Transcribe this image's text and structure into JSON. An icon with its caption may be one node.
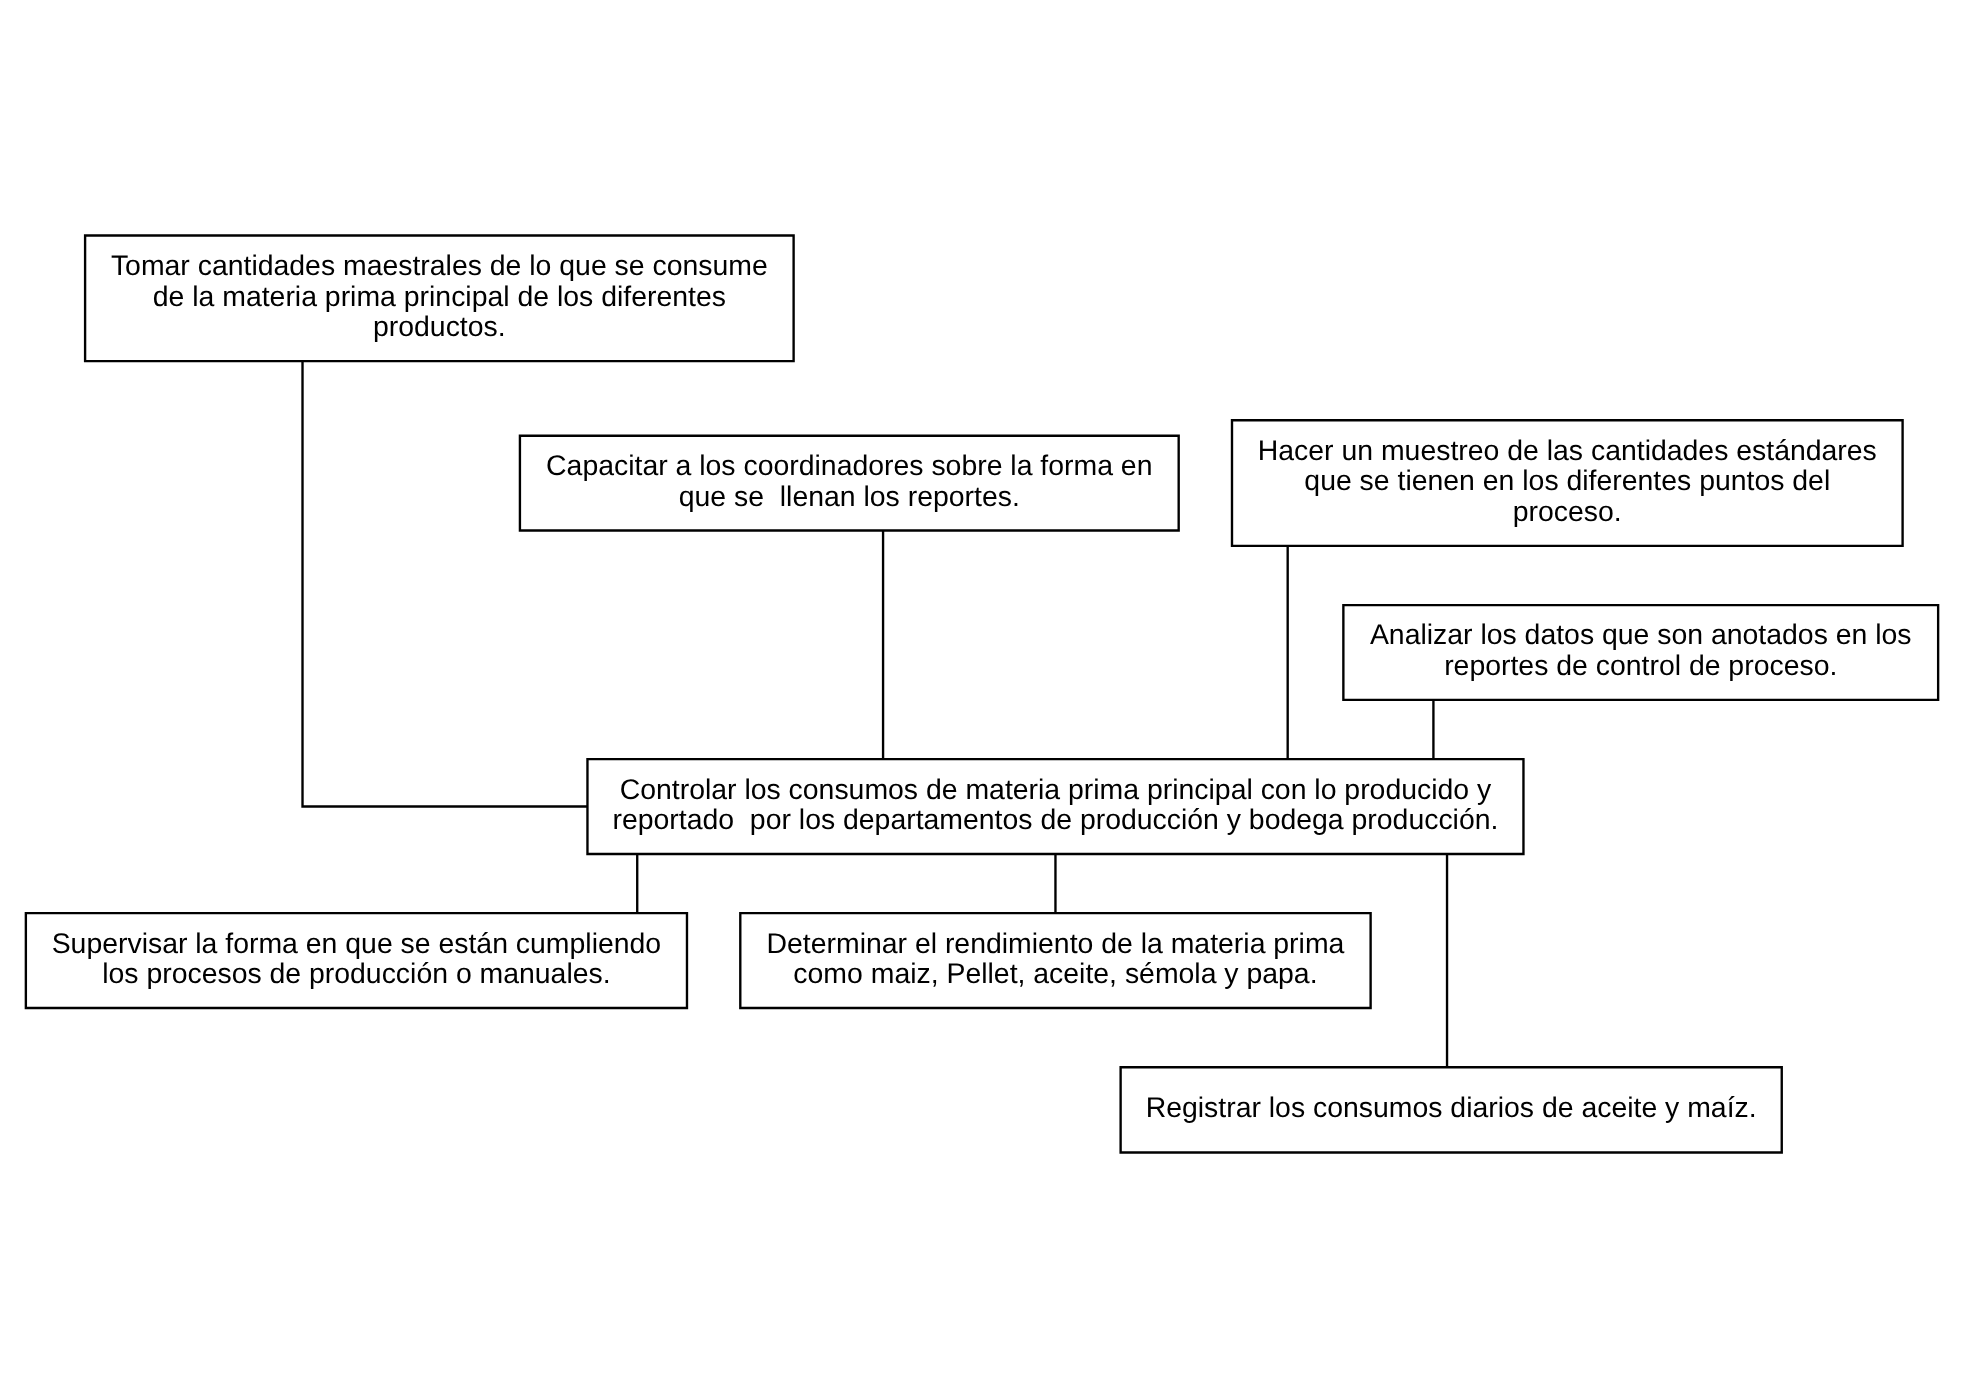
{
  "diagram": {
    "nodes": [
      {
        "text": [
          "Tomar cantidades maestrales de lo que se consume de la materia prima principal de los diferentes productos."
        ]
      },
      {
        "text": [
          "Capacitar a los coordinadores sobre la forma en que se  llenan los reportes."
        ]
      },
      {
        "text": [
          "Hacer un muestreo de las cantidades estándares que se tienen en los diferentes puntos del proceso."
        ]
      },
      {
        "text": [
          "Analizar los datos que son anotados en los reportes de control de proceso."
        ]
      },
      {
        "text": [
          "Controlar los consumos de materia prima principal con lo producido y reportado  por los departamentos de producción y bodega producción."
        ]
      },
      {
        "text": [
          "Supervisar la forma en que se están cumpliendo los procesos de producción o manuales."
        ]
      },
      {
        "text": [
          "Determinar el rendimiento de la materia prima como maiz, Pellet, aceite, sémola y papa."
        ]
      },
      {
        "text": [
          "Registrar los consumos diarios de aceite y maíz."
        ]
      }
    ],
    "edges": [
      {
        "from": 0,
        "to": 4,
        "arrow": "none"
      },
      {
        "from": 1,
        "to": 4,
        "arrow": "none"
      },
      {
        "from": 2,
        "to": 4,
        "arrow": "none"
      },
      {
        "from": 3,
        "to": 4,
        "arrow": "none"
      },
      {
        "from": 4,
        "to": 5,
        "arrow": "none"
      },
      {
        "from": 4,
        "to": 6,
        "arrow": "none"
      },
      {
        "from": 4,
        "to": 7,
        "arrow": "none"
      }
    ]
  }
}
